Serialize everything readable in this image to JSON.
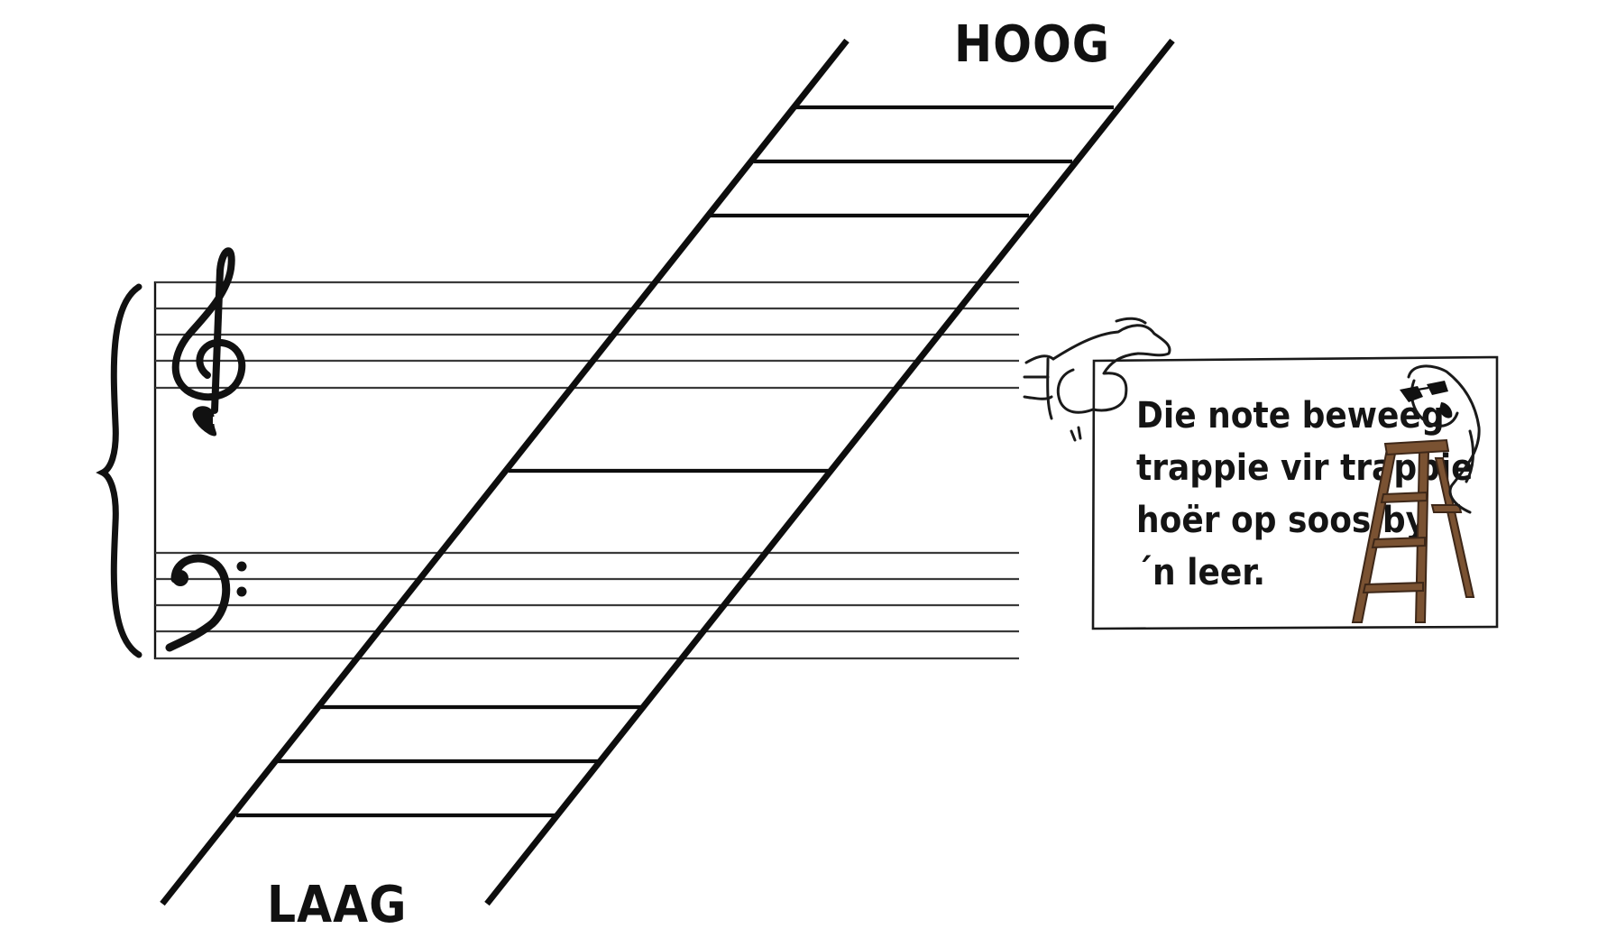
{
  "labels": {
    "high": "HOOG",
    "low": "LAAG"
  },
  "note_card": {
    "lines": [
      "Die note beweeg",
      "trappie vir trappie",
      "hoër op soos by",
      "´n leer."
    ]
  },
  "colors": {
    "ink": "#0d0d0d",
    "staff": "#3a3a3a",
    "wood": "#7a5232",
    "background": "#ffffff"
  },
  "icons": {
    "treble_clef": "treble-clef-icon",
    "bass_clef": "bass-clef-icon",
    "brace": "grand-staff-brace-icon",
    "hand": "hand-holding-sign-icon",
    "character": "note-character-with-sunglasses-icon",
    "ladder": "wooden-ladder-icon"
  }
}
